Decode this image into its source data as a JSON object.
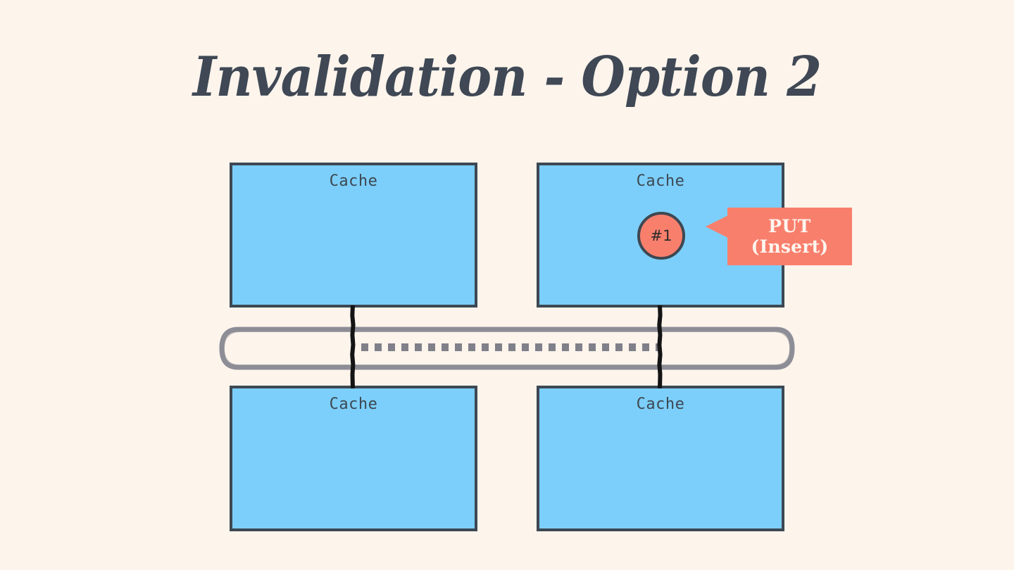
{
  "slide": {
    "title": "Invalidation - Option 2",
    "background_color": "#fdf4ec"
  },
  "colors": {
    "cache_fill": "#7ccffa",
    "cache_border": "#3d4852",
    "accent_salmon": "#f97f6d",
    "bus_stroke": "#8a8a94",
    "dash_color": "#80808a",
    "connector_color": "#141414",
    "title_color": "#3f4854",
    "callout_text": "#fdf6f0"
  },
  "diagram": {
    "caches": [
      {
        "id": "cache-top-left",
        "label": "Cache",
        "row": "top",
        "column": "left"
      },
      {
        "id": "cache-top-right",
        "label": "Cache",
        "row": "top",
        "column": "right"
      },
      {
        "id": "cache-bottom-left",
        "label": "Cache",
        "row": "bottom",
        "column": "left"
      },
      {
        "id": "cache-bottom-right",
        "label": "Cache",
        "row": "bottom",
        "column": "right"
      }
    ],
    "entry_marker": {
      "label": "#1",
      "located_in": "cache-top-right",
      "fill": "#f97f6d"
    },
    "callout": {
      "line1": "PUT",
      "line2": "(Insert)",
      "points_to": "entry-marker",
      "fill": "#f97f6d"
    },
    "bus": {
      "name": "network-bus",
      "style": "rounded-sketch-outline"
    },
    "transfer": {
      "style": "dashed",
      "from": "connector-left",
      "to": "connector-right"
    },
    "connectors": [
      {
        "id": "connector-left",
        "links": [
          "cache-top-left",
          "cache-bottom-left"
        ]
      },
      {
        "id": "connector-right",
        "links": [
          "cache-top-right",
          "cache-bottom-right"
        ]
      }
    ]
  }
}
